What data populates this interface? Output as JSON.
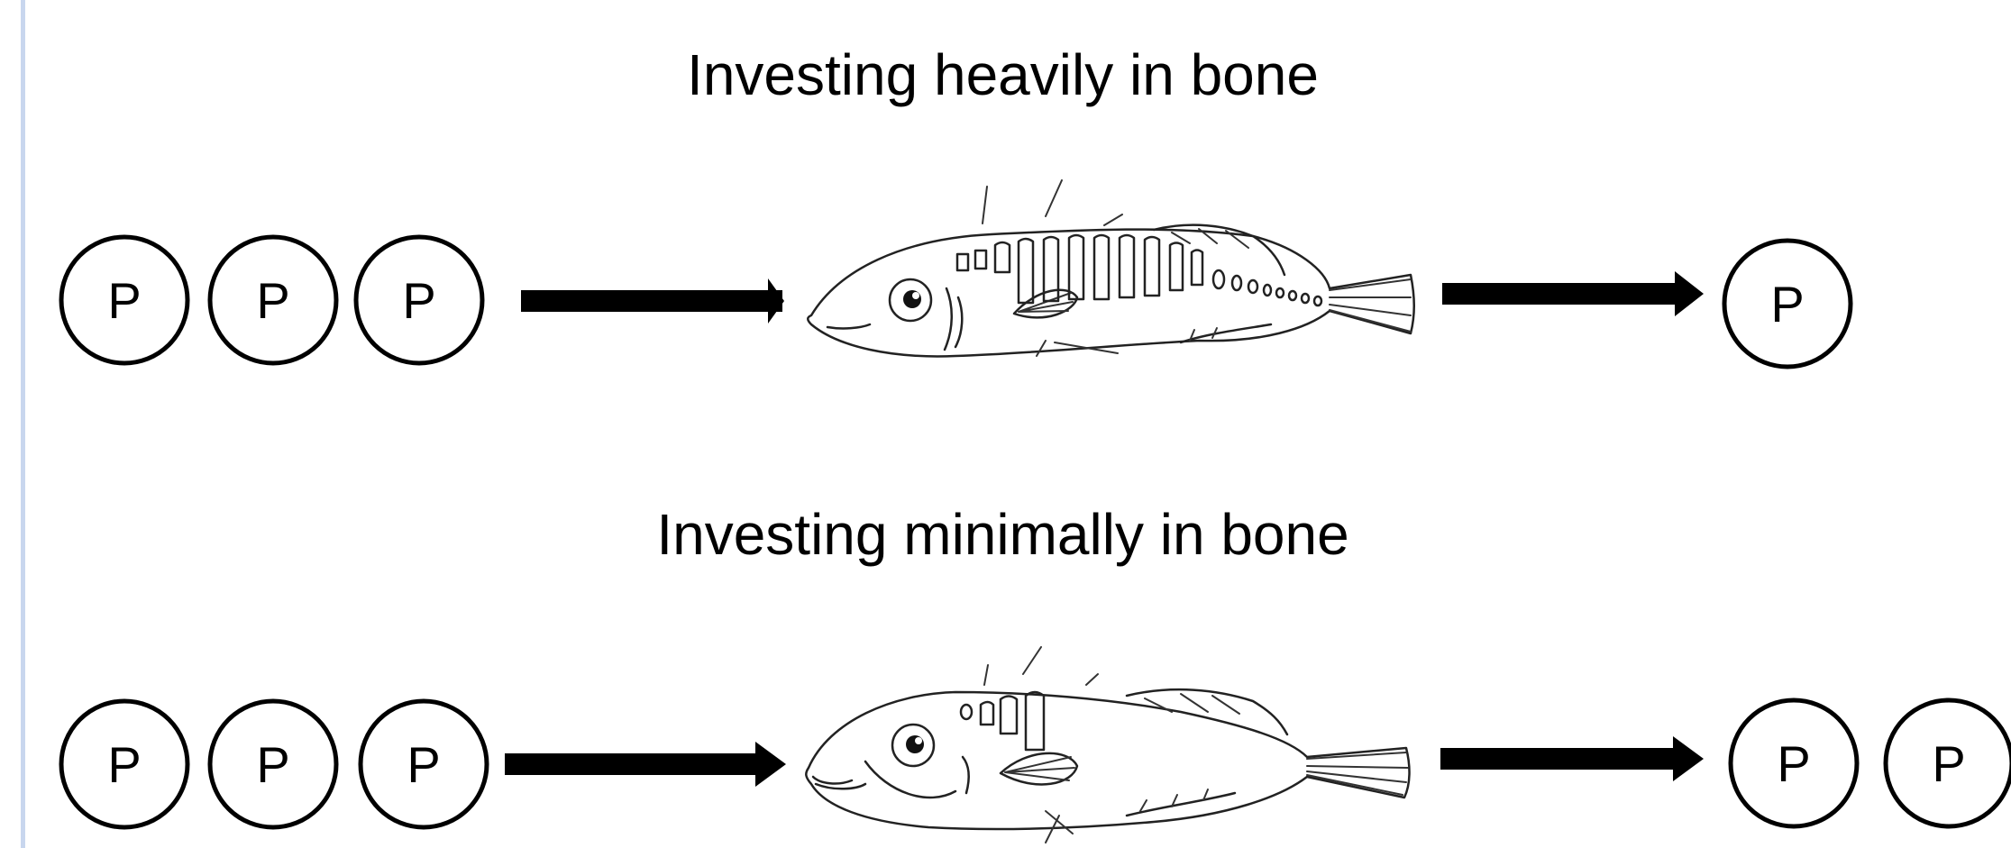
{
  "panels": [
    {
      "title": "Investing heavily in bone",
      "input_phosphates": [
        "P",
        "P",
        "P"
      ],
      "output_phosphates": [
        "P"
      ]
    },
    {
      "title": "Investing minimally in bone",
      "input_phosphates": [
        "P",
        "P",
        "P"
      ],
      "output_phosphates": [
        "P",
        "P"
      ]
    }
  ],
  "colors": {
    "accent_border": "#c8d6ee",
    "ink": "#000000"
  },
  "icons": [
    "heavily-armored-fish-icon",
    "lightly-armored-fish-icon",
    "arrow-right-icon"
  ]
}
